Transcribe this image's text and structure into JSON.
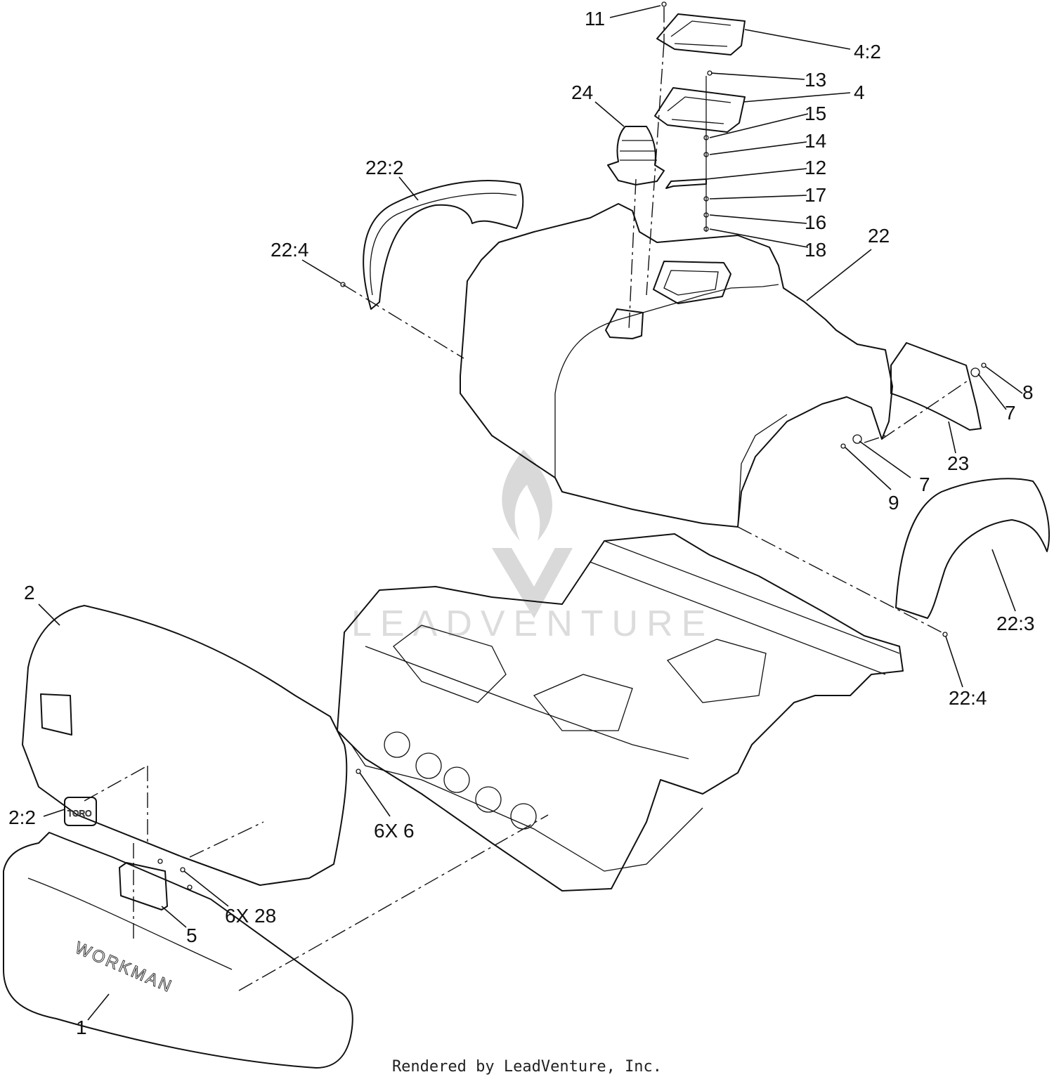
{
  "callouts": [
    {
      "id": "c-11",
      "text": "11"
    },
    {
      "id": "c-4-2",
      "text": "4:2"
    },
    {
      "id": "c-13",
      "text": "13"
    },
    {
      "id": "c-4",
      "text": "4"
    },
    {
      "id": "c-24",
      "text": "24"
    },
    {
      "id": "c-15",
      "text": "15"
    },
    {
      "id": "c-14",
      "text": "14"
    },
    {
      "id": "c-22-2",
      "text": "22:2"
    },
    {
      "id": "c-12",
      "text": "12"
    },
    {
      "id": "c-17",
      "text": "17"
    },
    {
      "id": "c-16",
      "text": "16"
    },
    {
      "id": "c-22",
      "text": "22"
    },
    {
      "id": "c-22-4-top",
      "text": "22:4"
    },
    {
      "id": "c-18",
      "text": "18"
    },
    {
      "id": "c-8",
      "text": "8"
    },
    {
      "id": "c-7-right",
      "text": "7"
    },
    {
      "id": "c-23",
      "text": "23"
    },
    {
      "id": "c-7-mid",
      "text": "7"
    },
    {
      "id": "c-9",
      "text": "9"
    },
    {
      "id": "c-2",
      "text": "2"
    },
    {
      "id": "c-22-3",
      "text": "22:3"
    },
    {
      "id": "c-22-4-bottom",
      "text": "22:4"
    },
    {
      "id": "c-2-2",
      "text": "2:2"
    },
    {
      "id": "c-6x6",
      "text": "6X 6"
    },
    {
      "id": "c-6x28",
      "text": "6X 28"
    },
    {
      "id": "c-5",
      "text": "5"
    },
    {
      "id": "c-1",
      "text": "1"
    }
  ],
  "bumper_text": "WORKMAN",
  "badge_text": "TORO",
  "watermark_text": "LEADVENTURE",
  "footer_text": "Rendered by LeadVenture, Inc."
}
